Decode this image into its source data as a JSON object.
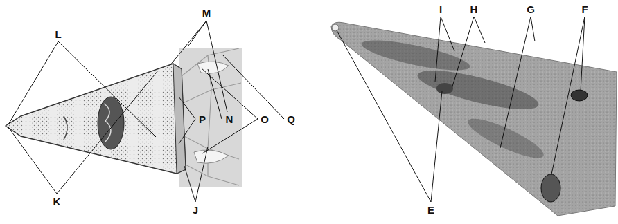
{
  "diagram": {
    "labels": [
      "L",
      "M",
      "K",
      "J",
      "P",
      "N",
      "O",
      "Q",
      "I",
      "H",
      "G",
      "F",
      "E"
    ]
  }
}
